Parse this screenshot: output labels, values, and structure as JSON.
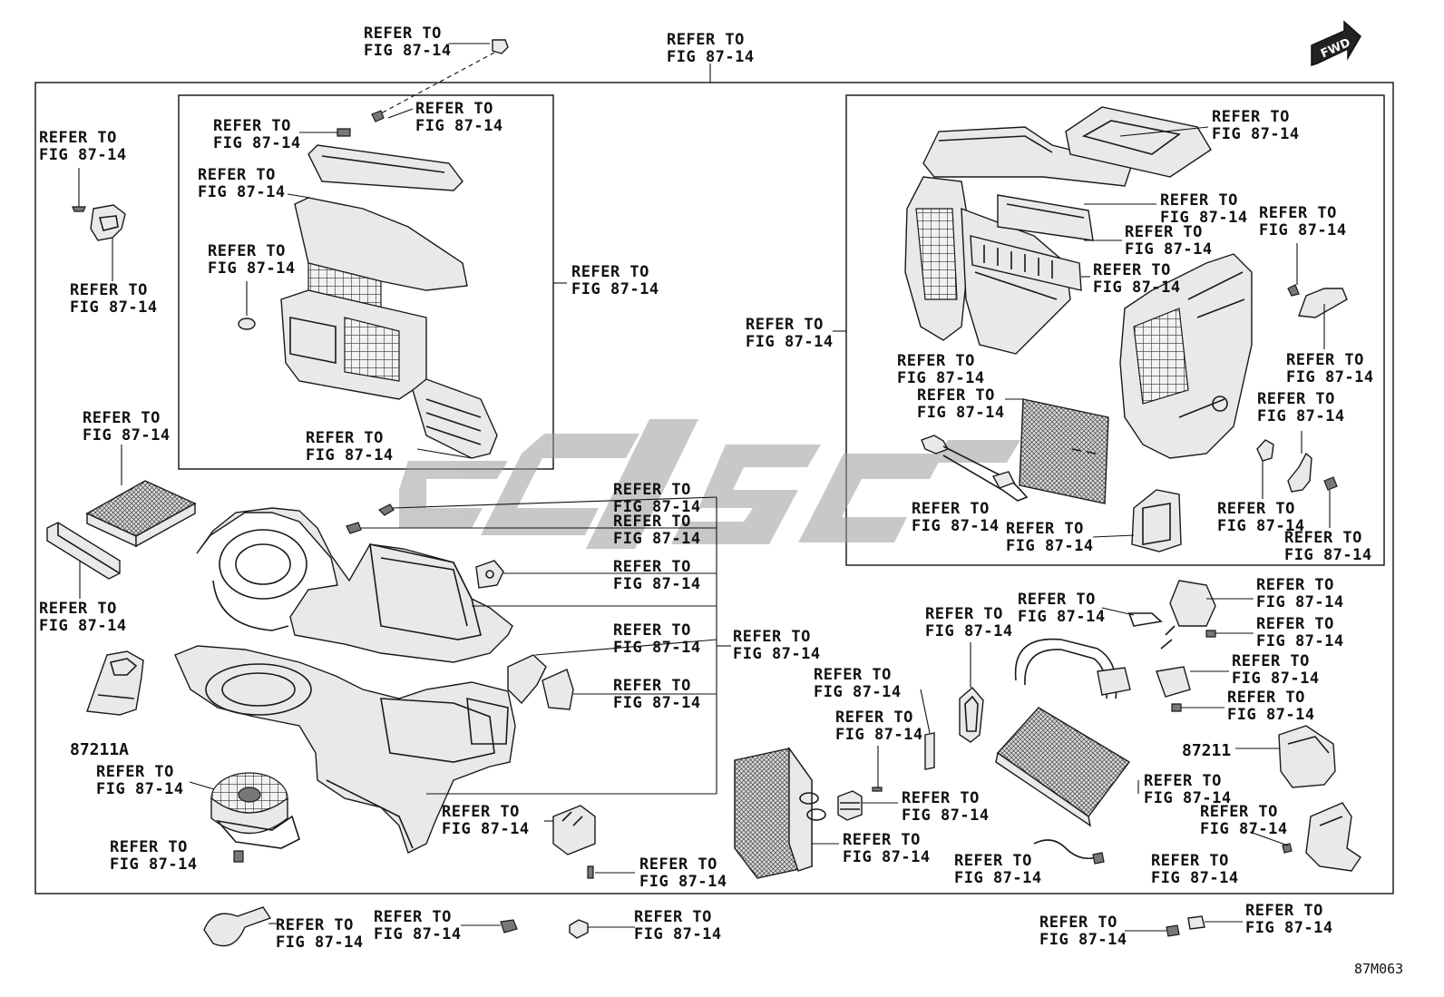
{
  "ref_text_line1": "REFER TO",
  "ref_text_line2": "FIG 87-14",
  "part_numbers": {
    "duct_left": "87211A",
    "duct_right": "87211"
  },
  "figure_code": "87M063",
  "fwd_badge": "FWD",
  "watermark_icon": "logo-watermark"
}
